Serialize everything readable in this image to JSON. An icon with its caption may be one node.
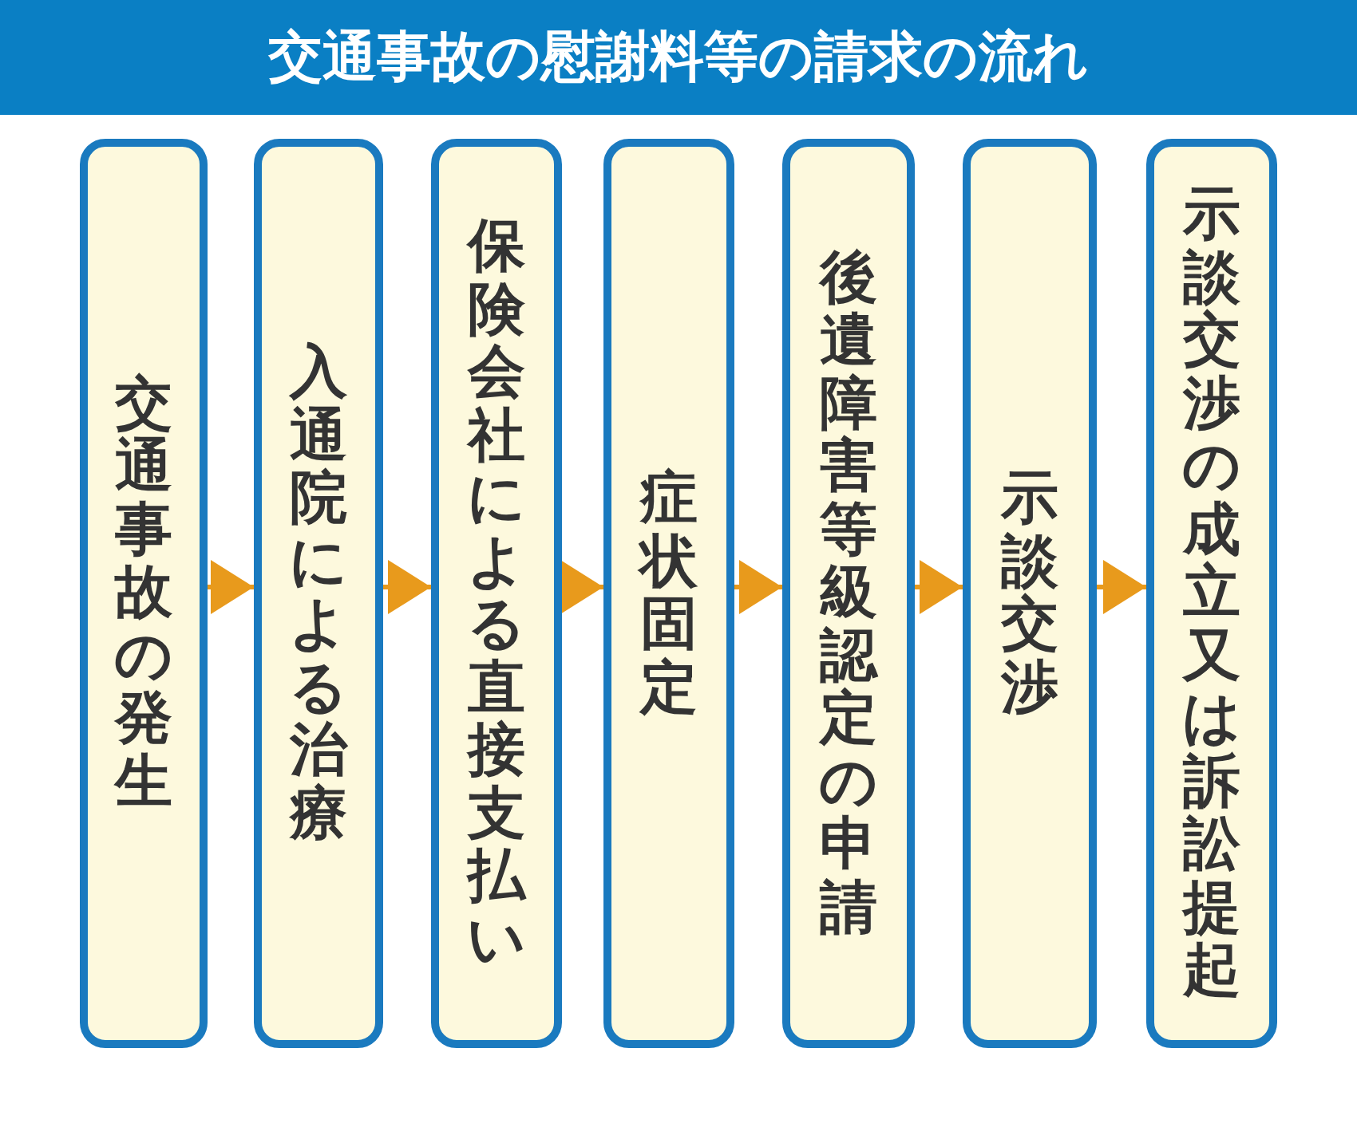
{
  "diagram": {
    "title": "交通事故の慰謝料等の請求の流れ",
    "nodes": [
      {
        "text": [
          "交通事故の発生"
        ]
      },
      {
        "text": [
          "入通院による治療"
        ]
      },
      {
        "text": [
          "保険会社による直接支払い"
        ]
      },
      {
        "text": [
          "症状固定"
        ]
      },
      {
        "text": [
          "後遺障害等級認定の申請"
        ]
      },
      {
        "text": [
          "示談交渉"
        ]
      },
      {
        "text": [
          "示談交渉の成立又は訴訟提起"
        ]
      }
    ],
    "edges": [
      {
        "from": 0,
        "to": 1,
        "arrow": "to"
      },
      {
        "from": 1,
        "to": 2,
        "arrow": "to"
      },
      {
        "from": 2,
        "to": 3,
        "arrow": "to"
      },
      {
        "from": 3,
        "to": 4,
        "arrow": "to"
      },
      {
        "from": 4,
        "to": 5,
        "arrow": "to"
      },
      {
        "from": 5,
        "to": 6,
        "arrow": "to"
      }
    ]
  }
}
